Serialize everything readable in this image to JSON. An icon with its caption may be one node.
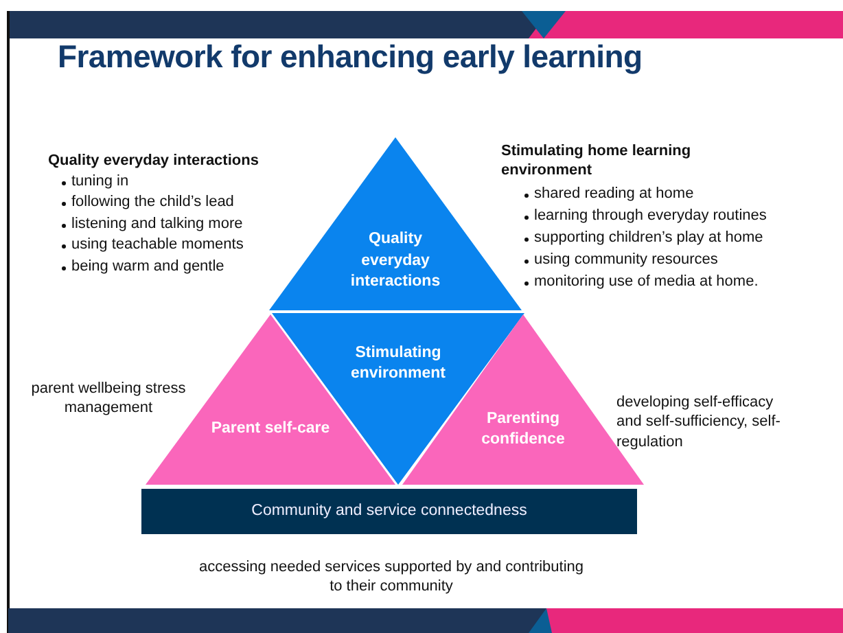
{
  "diagram": {
    "title": "Framework for enhancing early learning",
    "nodes": [
      {
        "text": [
          "Quality everyday interactions"
        ]
      },
      {
        "text": [
          "Stimulating environment"
        ]
      },
      {
        "text": [
          "Parent self-care"
        ]
      },
      {
        "text": [
          "Parenting confidence"
        ]
      },
      {
        "text": [
          "Community and service connectedness"
        ]
      }
    ],
    "labels": [
      "Quality everyday interactions",
      "tuning in",
      "following the child’s lead",
      "listening and talking more",
      "using teachable moments",
      "being warm and gentle",
      "Stimulating home learning environment",
      "shared reading at home",
      "learning through everyday routines",
      "supporting children’s play at home",
      "using community resources",
      "monitoring use of media at home.",
      "parent wellbeing stress management",
      "developing self-efficacy and self-sufficiency, self-regulation",
      "accessing needed services supported by and contributing to their community"
    ]
  }
}
